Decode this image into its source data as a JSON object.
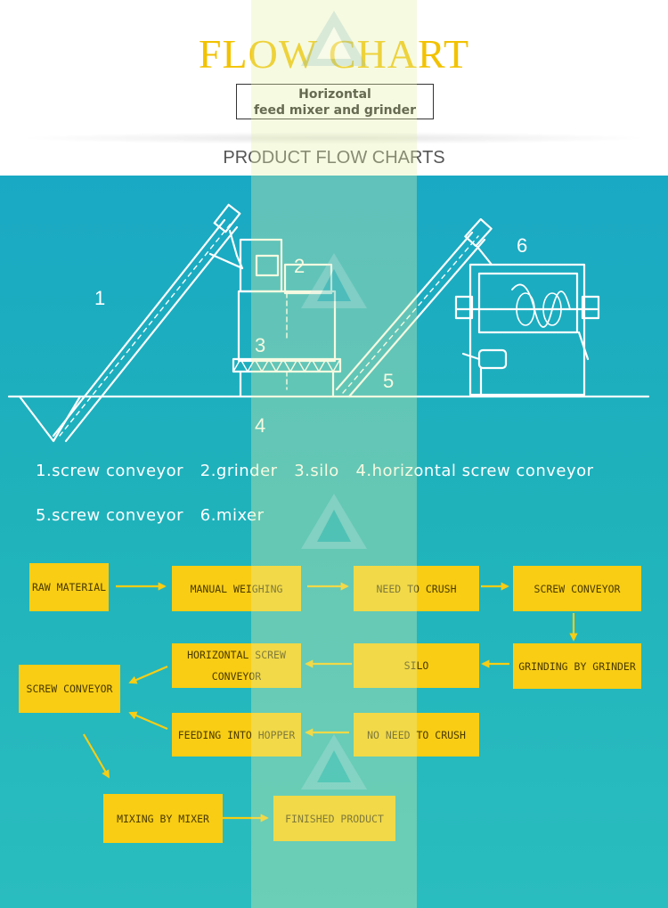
{
  "header": {
    "title": "FLOW CHART",
    "subtitle_line1": "Horizontal",
    "subtitle_line2": "feed mixer and grinder",
    "section_title": "PRODUCT FLOW CHARTS"
  },
  "diagram": {
    "callouts": [
      "1",
      "2",
      "3",
      "4",
      "5",
      "6"
    ]
  },
  "legend": {
    "line1": "1.screw conveyor   2.grinder   3.silo   4.horizontal screw conveyor",
    "line2": "5.screw conveyor   6.mixer"
  },
  "flow": {
    "raw_material": "RAW MATERIAL",
    "manual_weighing": "MANUAL WEIGHING",
    "need_to_crush": "NEED TO CRUSH",
    "screw_conveyor_1": "SCREW CONVEYOR",
    "horizontal_screw_conveyor_l1": "HORIZONTAL SCREW",
    "horizontal_screw_conveyor_l2": "CONVEYOR",
    "silo": "SILO",
    "grinding_by_grinder": "GRINDING BY GRINDER",
    "screw_conveyor_2": "SCREW CONVEYOR",
    "feeding_into_hopper": "FEEDING INTO HOPPER",
    "no_need_to_crush": "NO NEED TO CRUSH",
    "mixing_by_mixer": "MIXING BY MIXER",
    "finished_product": "FINISHED PRODUCT"
  },
  "colors": {
    "title": "#f2c200",
    "teal": "#1fb2bb",
    "box": "#f8cd14",
    "arrow": "#f8cd14"
  }
}
